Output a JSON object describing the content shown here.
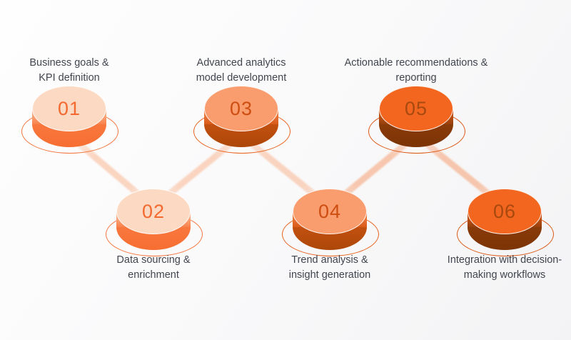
{
  "diagram": {
    "type": "process-flow",
    "description_visible": false,
    "steps": [
      {
        "number": "01",
        "label_line1": "Business goals &",
        "label_line2": "KPI definition",
        "row": "top",
        "tier": 1
      },
      {
        "number": "02",
        "label_line1": "Data sourcing &",
        "label_line2": "enrichment",
        "row": "bottom",
        "tier": 1
      },
      {
        "number": "03",
        "label_line1": "Advanced analytics",
        "label_line2": "model development",
        "row": "top",
        "tier": 2
      },
      {
        "number": "04",
        "label_line1": "Trend analysis &",
        "label_line2": "insight generation",
        "row": "bottom",
        "tier": 2
      },
      {
        "number": "05",
        "label_line1": "Actionable recommendations &",
        "label_line2": "reporting",
        "row": "top",
        "tier": 3
      },
      {
        "number": "06",
        "label_line1": "Integration with decision-",
        "label_line2": "making workflows",
        "row": "bottom",
        "tier": 3
      }
    ]
  },
  "palette": {
    "background_from": "#FEFEFE",
    "background_to": "#F3F3F5",
    "label_color": "#41454E",
    "connector_color": "#F9965F",
    "tiers": [
      {
        "top": "#FCD9C3",
        "wall_top": "#FBC3A1",
        "wall_bottom": "#F9814B",
        "base_bottom": "#F76E31",
        "number_color": "#F3692F",
        "ring": "#F4743B"
      },
      {
        "top": "#F99C6E",
        "wall_top": "#F58B55",
        "wall_bottom": "#D95A18",
        "base_bottom": "#AC4708",
        "number_color": "#CE4E12",
        "ring": "#E8611F"
      },
      {
        "top": "#F2661F",
        "wall_top": "#E05C16",
        "wall_bottom": "#96400C",
        "base_bottom": "#7C3406",
        "number_color": "#A8490F",
        "ring": "#DC5614"
      }
    ]
  }
}
